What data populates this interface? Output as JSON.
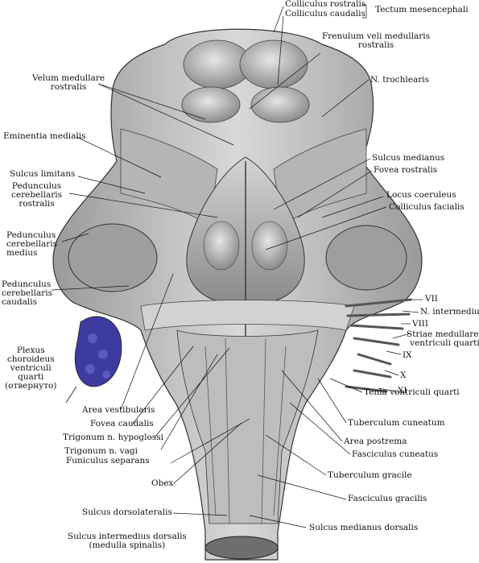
{
  "labels": {
    "colliculus_rostralis": "Colliculus rostralis",
    "colliculus_caudalis": "Colliculus caudalis",
    "tectum": "Tectum mesencephali",
    "frenulum_1": "Frenulum veli medullaris",
    "frenulum_2": "rostralis",
    "velum_1": "Velum medullare",
    "velum_2": "rostralis",
    "n_trochlearis": "N. trochlearis",
    "eminentia": "Eminentia medialis",
    "sulcus_medianus": "Sulcus medianus",
    "fovea_rostralis": "Fovea rostralis",
    "sulcus_limitans": "Sulcus limitans",
    "ped_rostr_1": "Pedunculus",
    "ped_rostr_2": "cerebellaris",
    "ped_rostr_3": "rostralis",
    "locus": "Locus coeruleus",
    "colliculus_facialis": "Colliculus facialis",
    "ped_med_1": "Pedunculus",
    "ped_med_2": "cerebellaris",
    "ped_med_3": "medius",
    "ped_caud_1": "Pedunculus",
    "ped_caud_2": "cerebellaris",
    "ped_caud_3": "caudalis",
    "vii": "VII",
    "n_intermedius": "N. intermedius",
    "viii": "VIII",
    "striae_1": "Striae medullares",
    "striae_2": "ventriculi quarti",
    "plexus_1": "Plexus",
    "plexus_2": "choroideus",
    "plexus_3": "ventriculi",
    "plexus_4": "quarti",
    "plexus_5": "(отвернуто)",
    "ix": "IX",
    "x": "X",
    "xi": "XI",
    "tenia": "Tenia ventriculi quarti",
    "area_vestibularis": "Area vestibularis",
    "tuberculum_cuneatum": "Tuberculum cuneatum",
    "fovea_caudalis": "Fovea caudalis",
    "area_postrema": "Area postrema",
    "trigonum_hypoglossi": "Trigonum n. hypoglossi",
    "trigonum_vagi": "Trigonum n. vagi",
    "fasciculus_cuneatus": "Fasciculus cuneatus",
    "funiculus_separans": "Funiculus separans",
    "tuberculum_gracile": "Tuberculum gracile",
    "obex": "Obex",
    "fasciculus_gracilis": "Fasciculus gracilis",
    "sulcus_dorsolateralis": "Sulcus dorsolateralis",
    "sulcus_intermedius": "Sulcus intermedius dorsalis",
    "medulla": "(medulla spinalis)",
    "sulcus_medianus_dorsalis": "Sulcus medianus dorsalis"
  },
  "colors": {
    "tissue": "#c9c9c9",
    "tissue_dark": "#8e8e8e",
    "shadow": "#555555",
    "plexus": "#3d3aa0",
    "line": "#111111"
  }
}
